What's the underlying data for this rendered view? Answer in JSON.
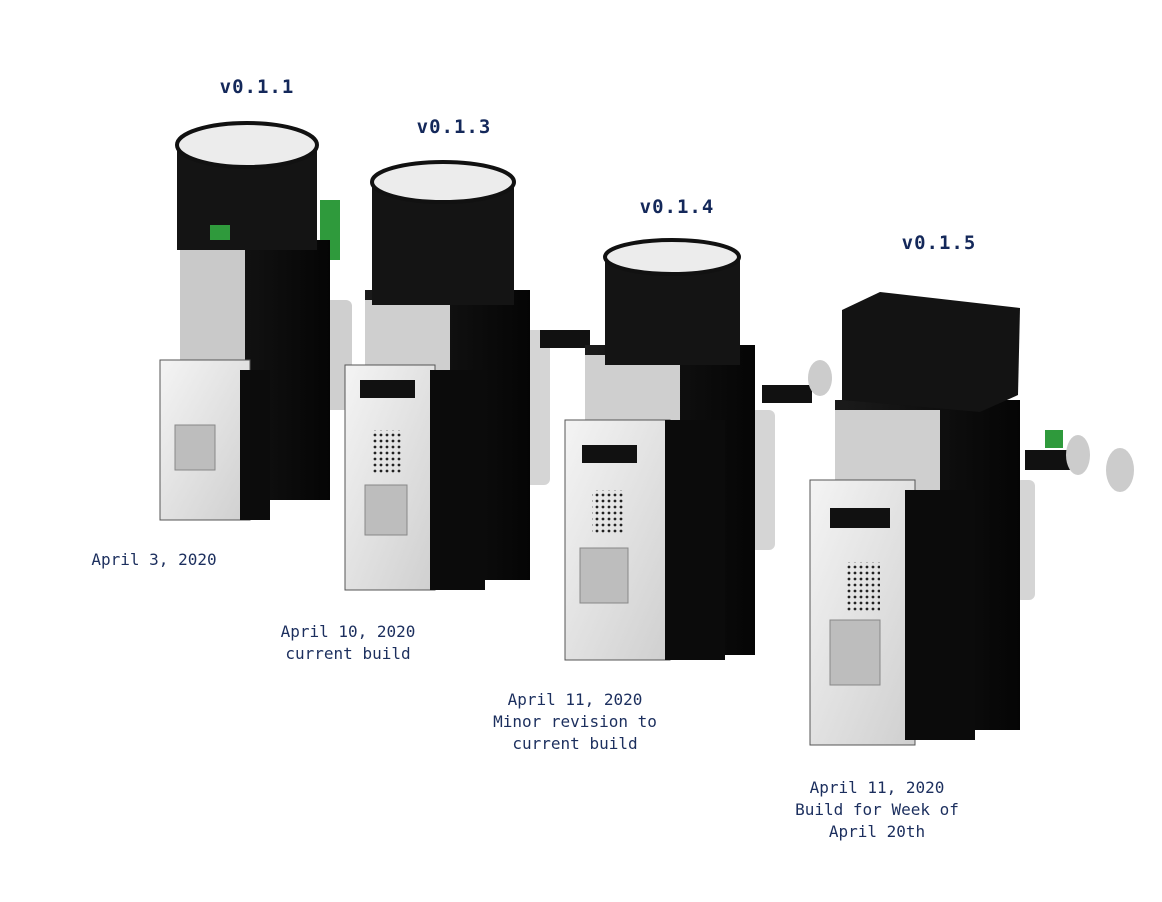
{
  "builds": [
    {
      "version": "v0.1.1",
      "caption": "April 3, 2020"
    },
    {
      "version": "v0.1.3",
      "caption": "April 10, 2020\ncurrent build"
    },
    {
      "version": "v0.1.4",
      "caption": "April 11, 2020\nMinor revision to\ncurrent build"
    },
    {
      "version": "v0.1.5",
      "caption": "April 11, 2020\nBuild for Week of\nApril 20th"
    }
  ],
  "colors": {
    "label": "#14285a",
    "housing": "#111111",
    "panel": "#e8e8e8",
    "accent": "#2f9a3c"
  }
}
